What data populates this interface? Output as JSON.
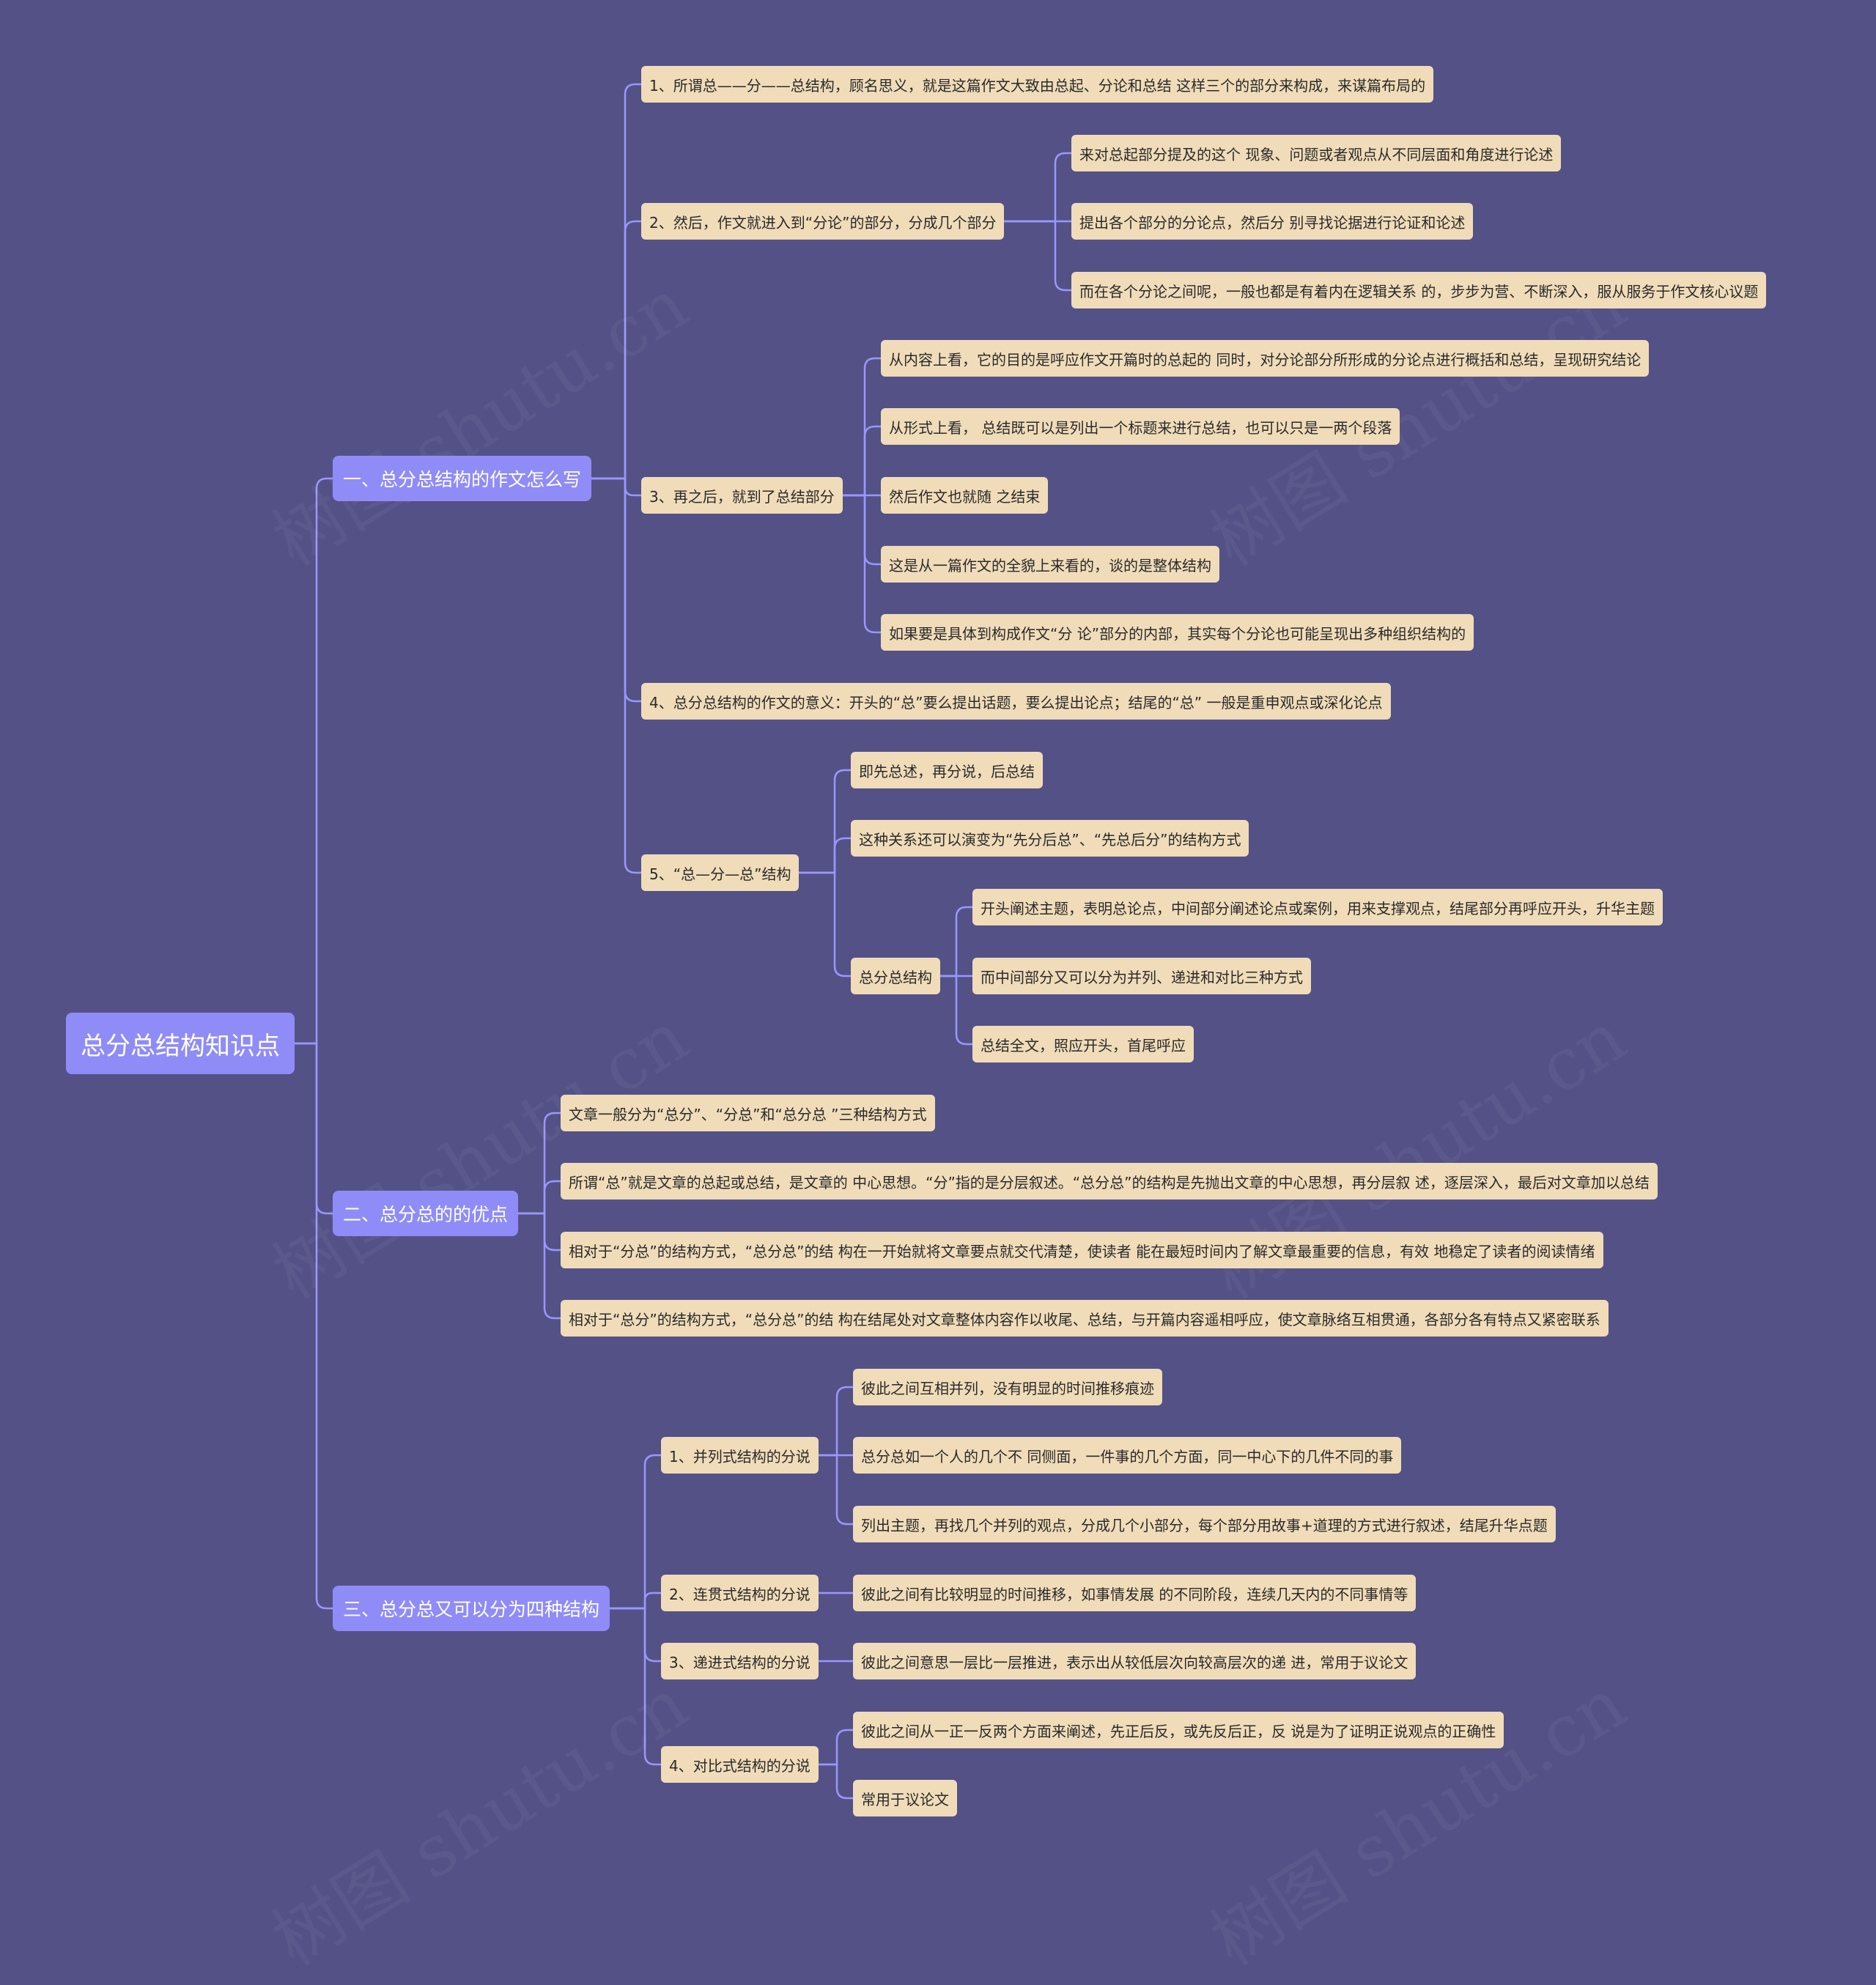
{
  "colors": {
    "background": "#545186",
    "branch": "#8f8cf8",
    "leaf": "#f0dcb9",
    "line": "#9a97ff"
  },
  "watermark": "树图 shutu.cn",
  "root": {
    "label": "总分总结构知识点"
  },
  "sections": [
    {
      "label": "一、总分总结构的作文怎么写",
      "children": [
        {
          "label": "1、所谓总——分——总结构，顾名思义，就是这篇作文大致由总起、分论和总结 这样三个的部分来构成，来谋篇布局的"
        },
        {
          "label": "2、然后，作文就进入到“分论”的部分，分成几个部分",
          "children": [
            {
              "label": "来对总起部分提及的这个 现象、问题或者观点从不同层面和角度进行论述"
            },
            {
              "label": "提出各个部分的分论点，然后分 别寻找论据进行论证和论述"
            },
            {
              "label": "而在各个分论之间呢，一般也都是有着内在逻辑关系 的，步步为营、不断深入，服从服务于作文核心议题"
            }
          ]
        },
        {
          "label": "3、再之后，就到了总结部分",
          "children": [
            {
              "label": "从内容上看，它的目的是呼应作文开篇时的总起的 同时，对分论部分所形成的分论点进行概括和总结，呈现研究结论"
            },
            {
              "label": "从形式上看， 总结既可以是列出一个标题来进行总结，也可以只是一两个段落"
            },
            {
              "label": "然后作文也就随 之结束"
            },
            {
              "label": "这是从一篇作文的全貌上来看的，谈的是整体结构"
            },
            {
              "label": "如果要是具体到构成作文“分 论”部分的内部，其实每个分论也可能呈现出多种组织结构的"
            }
          ]
        },
        {
          "label": "4、总分总结构的作文的意义：开头的“总”要么提出话题，要么提出论点；结尾的“总” 一般是重申观点或深化论点"
        },
        {
          "label": "5、“总—分—总”结构",
          "children": [
            {
              "label": "即先总述，再分说，后总结"
            },
            {
              "label": "这种关系还可以演变为“先分后总”、“先总后分”的结构方式"
            },
            {
              "label": "总分总结构",
              "children": [
                {
                  "label": "开头阐述主题，表明总论点，中间部分阐述论点或案例，用来支撑观点，结尾部分再呼应开头，升华主题"
                },
                {
                  "label": "而中间部分又可以分为并列、递进和对比三种方式"
                },
                {
                  "label": "总结全文，照应开头，首尾呼应"
                }
              ]
            }
          ]
        }
      ]
    },
    {
      "label": "二、总分总的的优点",
      "children": [
        {
          "label": "文章一般分为“总分”、“分总”和“总分总 ”三种结构方式"
        },
        {
          "label": "所谓“总”就是文章的总起或总结，是文章的 中心思想。“分”指的是分层叙述。“总分总”的结构是先抛出文章的中心思想，再分层叙 述，逐层深入，最后对文章加以总结"
        },
        {
          "label": "相对于“分总”的结构方式，“总分总”的结 构在一开始就将文章要点就交代清楚，使读者 能在最短时间内了解文章最重要的信息，有效 地稳定了读者的阅读情绪"
        },
        {
          "label": "相对于“总分”的结构方式，“总分总”的结 构在结尾处对文章整体内容作以收尾、总结，与开篇内容遥相呼应，使文章脉络互相贯通，各部分各有特点又紧密联系"
        }
      ]
    },
    {
      "label": "三、总分总又可以分为四种结构",
      "children": [
        {
          "label": "1、并列式结构的分说",
          "children": [
            {
              "label": "彼此之间互相并列，没有明显的时间推移痕迹"
            },
            {
              "label": "总分总如一个人的几个不 同侧面，一件事的几个方面，同一中心下的几件不同的事"
            },
            {
              "label": "列出主题，再找几个并列的观点，分成几个小部分，每个部分用故事+道理的方式进行叙述，结尾升华点题"
            }
          ]
        },
        {
          "label": "2、连贯式结构的分说",
          "children": [
            {
              "label": "彼此之间有比较明显的时间推移，如事情发展 的不同阶段，连续几天内的不同事情等"
            }
          ]
        },
        {
          "label": "3、递进式结构的分说",
          "children": [
            {
              "label": "彼此之间意思一层比一层推进，表示出从较低层次向较高层次的递 进，常用于议论文"
            }
          ]
        },
        {
          "label": "4、对比式结构的分说",
          "children": [
            {
              "label": "彼此之间从一正一反两个方面来阐述，先正后反，或先反后正，反 说是为了证明正说观点的正确性"
            },
            {
              "label": "常用于议论文"
            }
          ]
        }
      ]
    }
  ]
}
